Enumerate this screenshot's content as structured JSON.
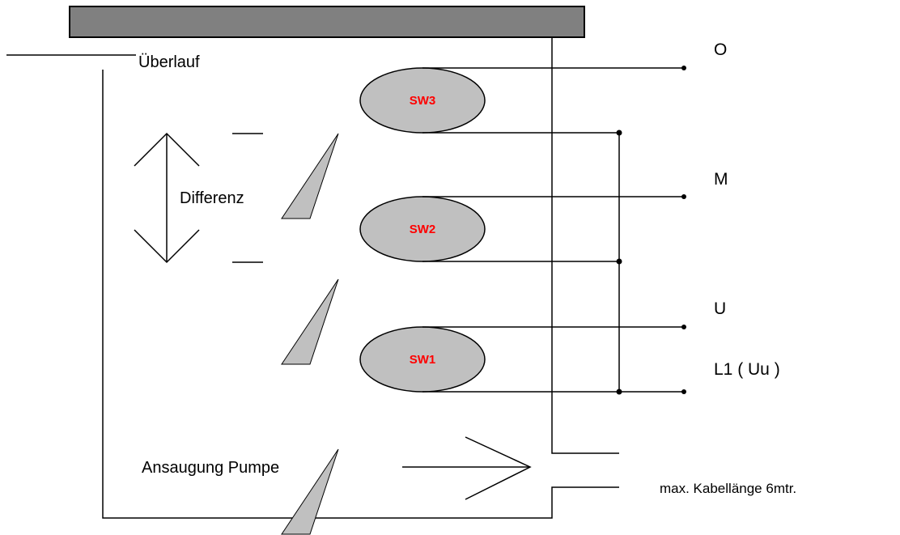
{
  "labels": {
    "overflow": "Überlauf",
    "difference": "Differenz",
    "pump_intake": "Ansaugung Pumpe",
    "cable_length": "max. Kabellänge 6mtr."
  },
  "switches": [
    {
      "id": "sw3",
      "label": "SW3"
    },
    {
      "id": "sw2",
      "label": "SW2"
    },
    {
      "id": "sw1",
      "label": "SW1"
    }
  ],
  "terminals": {
    "o": "O",
    "m": "M",
    "u": "U",
    "l1": "L1 ( Uu )"
  },
  "colors": {
    "float_fill": "#c0c0c0",
    "bar_fill": "#808080",
    "switch_label": "#ff0000",
    "line": "#000000"
  }
}
